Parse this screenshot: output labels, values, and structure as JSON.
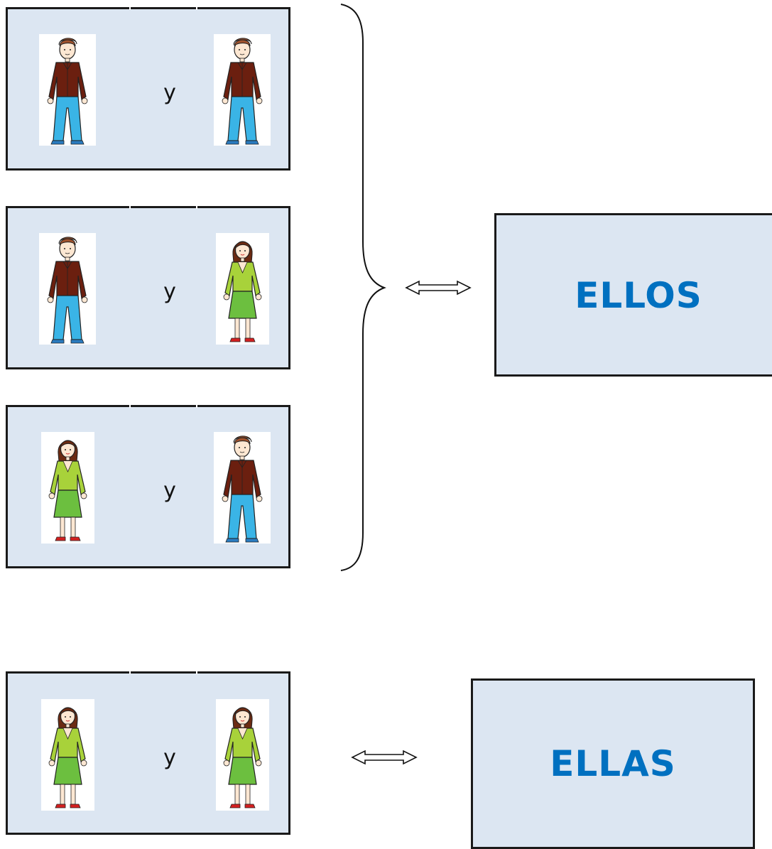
{
  "groups": [
    {
      "pairs": [
        {
          "left": "boy",
          "conjunction": "y",
          "right": "boy"
        },
        {
          "left": "boy",
          "conjunction": "y",
          "right": "girl"
        },
        {
          "left": "girl",
          "conjunction": "y",
          "right": "boy"
        }
      ],
      "pronoun": "ELLOS"
    },
    {
      "pairs": [
        {
          "left": "girl",
          "conjunction": "y",
          "right": "girl"
        }
      ],
      "pronoun": "ELLAS"
    }
  ],
  "icons": {
    "boy": "boy-figure-icon",
    "girl": "girl-figure-icon",
    "brace": "right-curly-brace",
    "arrow": "double-arrow-icon"
  },
  "colors": {
    "box_fill": "#dce6f2",
    "border": "#1a1a1a",
    "pronoun_text": "#0070c0",
    "boy_jacket": "#6b1f0f",
    "boy_pants": "#3ab4e6",
    "girl_top": "#a8d23a",
    "girl_skirt": "#6cbf3f"
  }
}
